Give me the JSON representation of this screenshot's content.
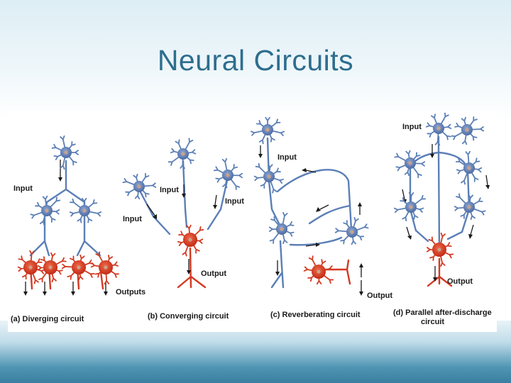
{
  "slide": {
    "title": "Neural Circuits"
  },
  "diagram": {
    "panels": [
      {
        "caption": "(a) Diverging circuit",
        "labels": [
          "Input",
          "Outputs"
        ]
      },
      {
        "caption": "(b) Converging circuit",
        "labels": [
          "Input",
          "Input",
          "Input",
          "Output"
        ]
      },
      {
        "caption": "(c) Reverberating circuit",
        "labels": [
          "Input",
          "Output"
        ]
      },
      {
        "caption": [
          "(d) Parallel after-discharge",
          "circuit"
        ],
        "labels": [
          "Input",
          "Output"
        ]
      }
    ],
    "colors": {
      "input_neuron": "#5b7fb6",
      "output_neuron": "#d23a22",
      "nucleus": "#c9a28a"
    }
  }
}
